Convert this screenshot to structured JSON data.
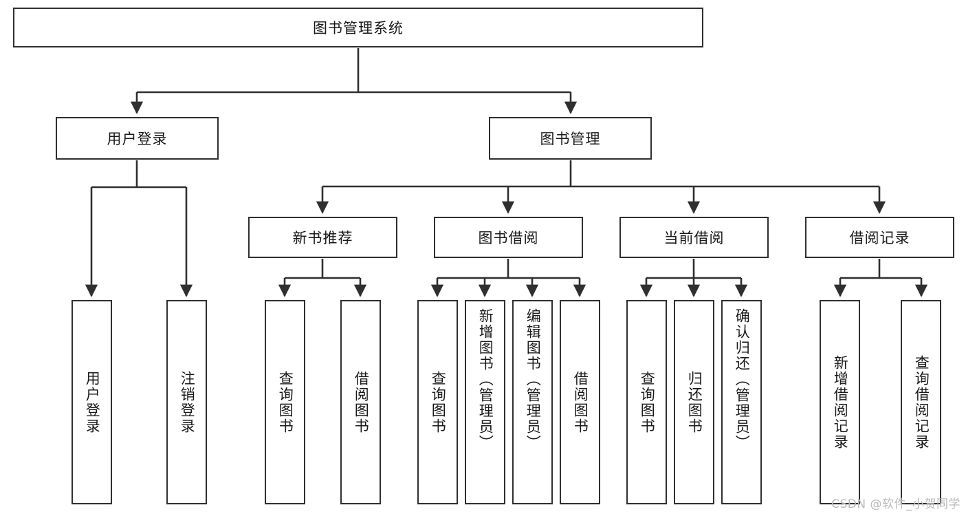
{
  "diagram": {
    "type": "tree",
    "title": "图书管理系统",
    "watermark": "CSDN @软件_小贺同学",
    "colors": {
      "box_border": "#2f2f2f",
      "box_fill": "#ffffff",
      "line": "#2f2f2f",
      "text": "#1a1a1a",
      "watermark": "#b9b9b9"
    },
    "root": {
      "label": "图书管理系统"
    },
    "level2": [
      {
        "label": "用户登录"
      },
      {
        "label": "图书管理"
      }
    ],
    "level3": [
      {
        "label": "新书推荐"
      },
      {
        "label": "图书借阅"
      },
      {
        "label": "当前借阅"
      },
      {
        "label": "借阅记录"
      }
    ],
    "leaves": {
      "user_login": [
        {
          "label": "用户登录"
        },
        {
          "label": "注销登录"
        }
      ],
      "new_book": [
        {
          "label": "查询图书"
        },
        {
          "label": "借阅图书"
        }
      ],
      "book_borrow": [
        {
          "label": "查询图书"
        },
        {
          "label": "新增图书（管理员）"
        },
        {
          "label": "编辑图书（管理员）"
        },
        {
          "label": "借阅图书"
        }
      ],
      "current_borrow": [
        {
          "label": "查询图书"
        },
        {
          "label": "归还图书"
        },
        {
          "label": "确认归还（管理员）"
        }
      ],
      "borrow_record": [
        {
          "label": "新增借阅记录"
        },
        {
          "label": "查询借阅记录"
        }
      ]
    }
  }
}
